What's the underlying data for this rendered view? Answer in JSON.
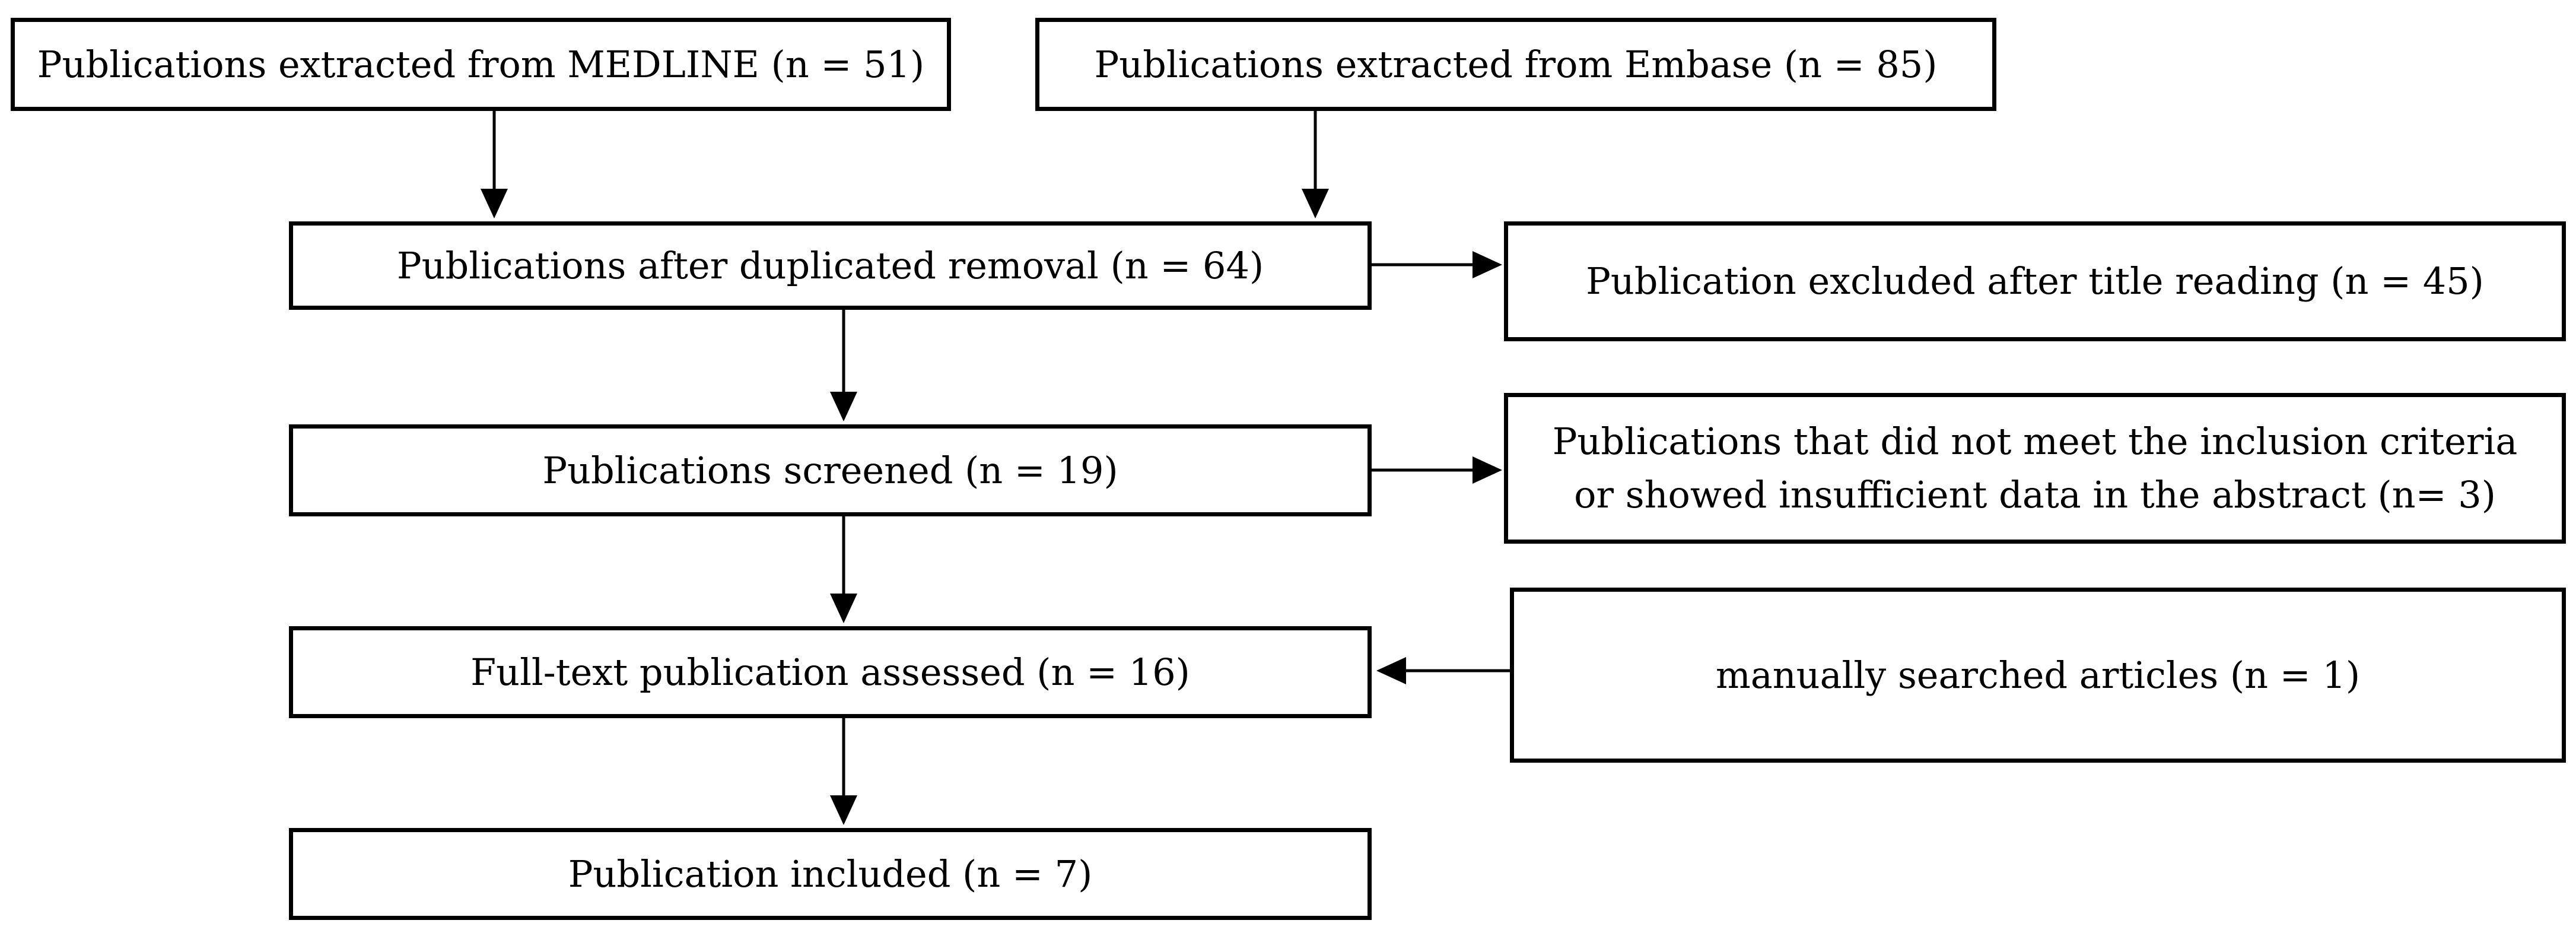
{
  "diagram": {
    "boxes": {
      "medline": {
        "lines": [
          "Publications extracted from MEDLINE (n = 51)"
        ]
      },
      "embase": {
        "lines": [
          "Publications extracted from Embase (n = 85)"
        ]
      },
      "dedup": {
        "lines": [
          "Publications after duplicated removal (n = 64)"
        ]
      },
      "title": {
        "lines": [
          "Publication excluded after title reading (n =  45)"
        ]
      },
      "screened": {
        "lines": [
          "Publications screened (n = 19)"
        ]
      },
      "criteria": {
        "lines": [
          "Publications that did not meet the inclusion criteria",
          "or showed insufficient data in the abstract (n= 3)"
        ]
      },
      "fulltext": {
        "lines": [
          "Full-text publication assessed (n = 16)"
        ]
      },
      "manual": {
        "lines": [
          "manually searched articles (n = 1)"
        ]
      },
      "included": {
        "lines": [
          "Publication included (n = 7)"
        ]
      }
    },
    "edges": [
      {
        "from": "medline",
        "to": "dedup"
      },
      {
        "from": "embase",
        "to": "dedup"
      },
      {
        "from": "dedup",
        "to": "title"
      },
      {
        "from": "dedup",
        "to": "screened"
      },
      {
        "from": "screened",
        "to": "criteria"
      },
      {
        "from": "screened",
        "to": "fulltext"
      },
      {
        "from": "manual",
        "to": "fulltext"
      },
      {
        "from": "fulltext",
        "to": "included"
      }
    ]
  }
}
